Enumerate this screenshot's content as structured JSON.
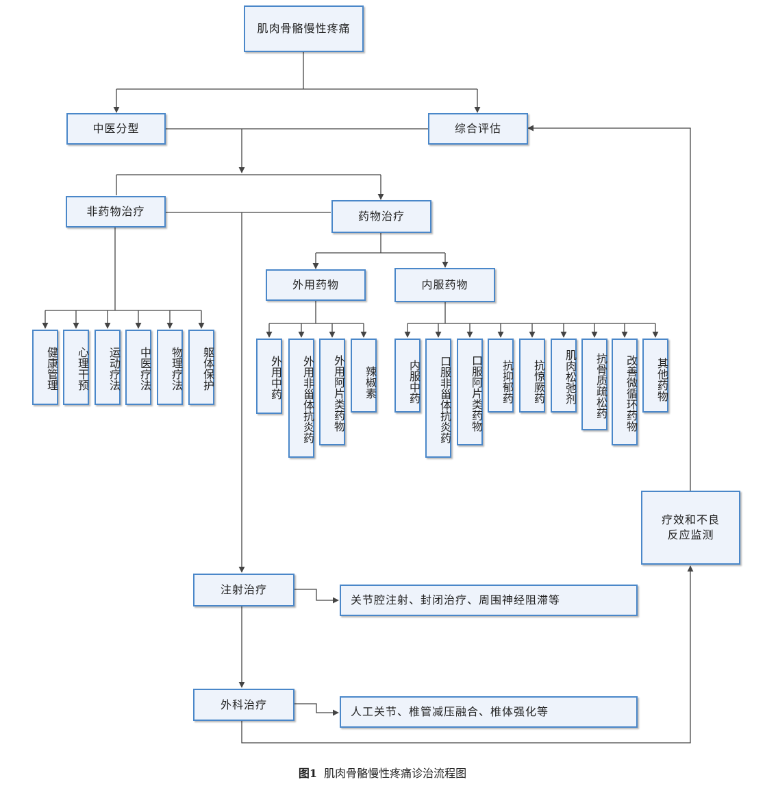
{
  "nodes": {
    "root": "肌肉骨骼慢性疼痛",
    "tcm_type": "中医分型",
    "assess": "综合评估",
    "nondrug": "非药物治疗",
    "drug": "药物治疗",
    "topical": "外用药物",
    "oral": "内服药物",
    "nd_1": "健康管理",
    "nd_2": "心理干预",
    "nd_3": "运动疗法",
    "nd_4": "中医疗法",
    "nd_5": "物理疗法",
    "nd_6": "躯体保护",
    "tp_1": "外用中药",
    "tp_2": "外用非甾体抗炎药",
    "tp_3": "外用阿片类药物",
    "tp_4": "辣椒素",
    "or_1": "内服中药",
    "or_2": "口服非甾体抗炎药",
    "or_3": "口服阿片类药物",
    "or_4": "抗抑郁药",
    "or_5": "抗惊厥药",
    "or_6": "肌肉松弛剂",
    "or_7": "抗骨质疏松药",
    "or_8": "改善微循环药物",
    "or_9": "其他药物",
    "injection": "注射治疗",
    "injection_detail": "关节腔注射、封闭治疗、周围神经阻滞等",
    "surgery": "外科治疗",
    "surgery_detail": "人工关节、椎管减压融合、椎体强化等",
    "monitor": "疗效和不良\n反应监测"
  },
  "caption": {
    "label": "图1",
    "text": "肌肉骨骼慢性疼痛诊治流程图"
  }
}
